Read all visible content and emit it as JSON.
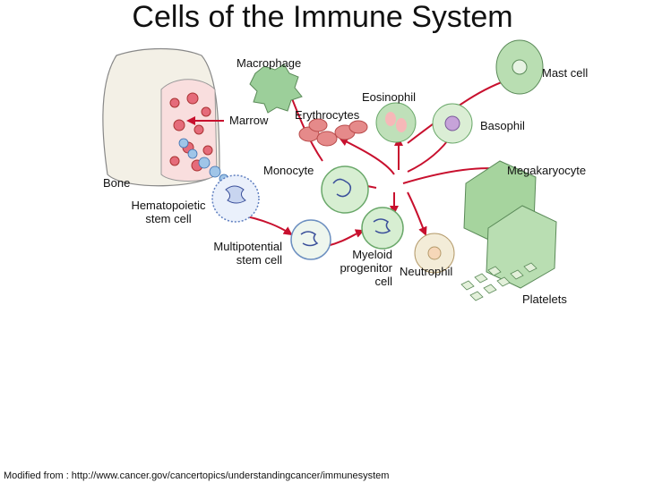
{
  "title": "Cells of the Immune System",
  "labels": {
    "macrophage": "Macrophage",
    "mast_cell": "Mast cell",
    "eosinophil": "Eosinophil",
    "erythrocytes": "Erythrocytes",
    "marrow": "Marrow",
    "basophil": "Basophil",
    "monocyte": "Monocyte",
    "megakaryocyte": "Megakaryocyte",
    "bone": "Bone",
    "hematopoietic_l1": "Hematopoietic",
    "hematopoietic_l2": "stem cell",
    "multipotential_l1": "Multipotential",
    "multipotential_l2": "stem cell",
    "myeloid_l1": "Myeloid",
    "myeloid_l2": "progenitor",
    "myeloid_l3": "cell",
    "neutrophil": "Neutrophil",
    "platelets": "Platelets"
  },
  "footer": "Modified from : http://www.cancer.gov/cancertopics/understandingcancer/immunesystem",
  "colors": {
    "arrow": "#c8102e",
    "cell_green": "#a8d5a0",
    "cell_green_dark": "#6aa86a",
    "erythrocyte": "#e58a8a",
    "bone": "#f3f0e6",
    "nucleus_blue": "#3a4f9a"
  }
}
